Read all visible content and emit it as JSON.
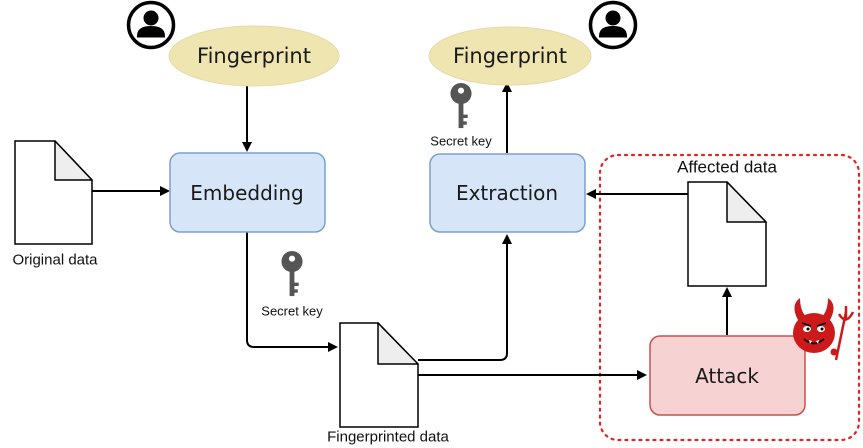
{
  "nodes": {
    "fingerprint_left": "Fingerprint",
    "fingerprint_right": "Fingerprint",
    "embedding": "Embedding",
    "extraction": "Extraction",
    "attack": "Attack"
  },
  "labels": {
    "original_data": "Original data",
    "fingerprinted_data": "Fingerprinted data",
    "affected_data": "Affected data",
    "secret_key_left": "Secret key",
    "secret_key_right": "Secret key"
  },
  "icons": {
    "user": "user-icon",
    "key": "key-icon",
    "document": "document-icon",
    "devil": "devil-icon"
  },
  "colors": {
    "fingerprint_fill": "#efe5b0",
    "process_fill": "#d6e6f8",
    "process_stroke": "#7b9fd0",
    "attack_fill": "#f6d2d2",
    "attack_stroke": "#c75050",
    "attack_region": "#e52222",
    "key": "#555555",
    "devil": "#cc1a1a"
  }
}
